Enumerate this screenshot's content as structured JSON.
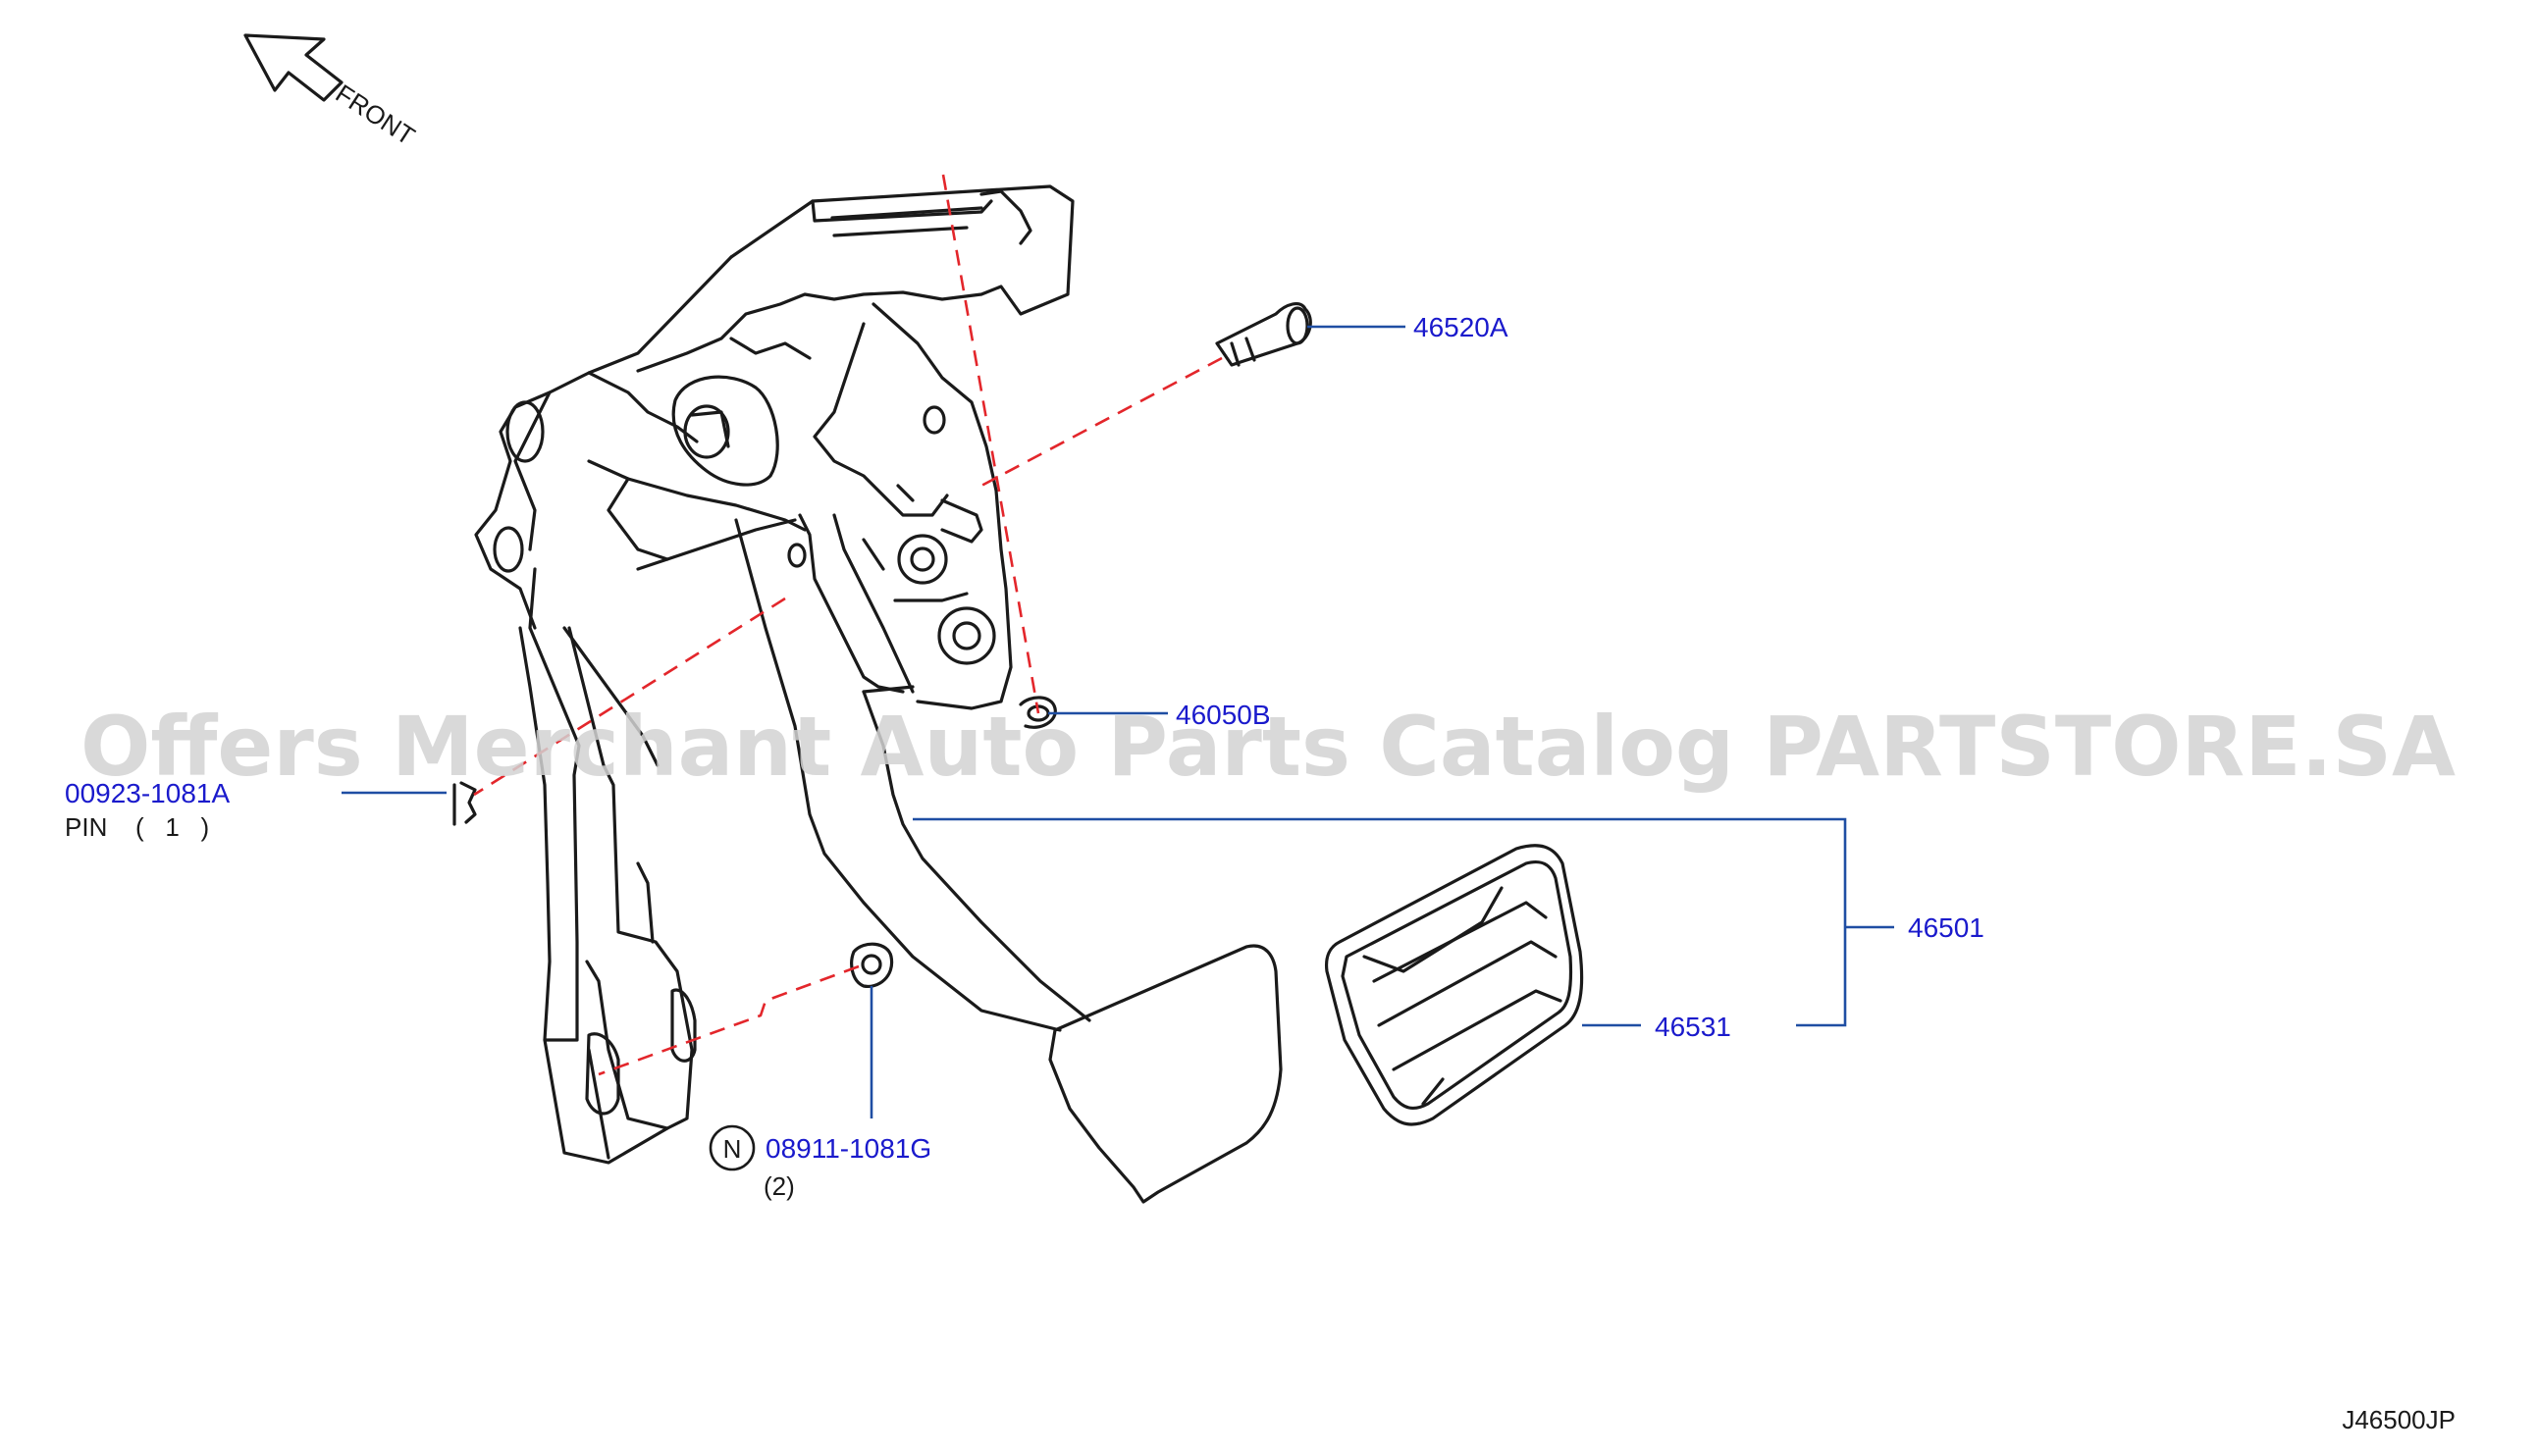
{
  "diagram_code": "J46500JP",
  "front_label": "FRONT",
  "watermark": "Offers Merchant Auto Parts Catalog PARTSTORE.SA",
  "colors": {
    "part_number": "#1a1acc",
    "leader_line": "#1f4ea3",
    "dashed_line": "#e3262b",
    "outline": "#1a1a1a",
    "watermark": "#d2d2d2"
  },
  "parts": [
    {
      "id": "p1",
      "number": "46520A"
    },
    {
      "id": "p2",
      "number": "46050B"
    },
    {
      "id": "p3",
      "number": "00923-1081A",
      "name": "PIN",
      "qty": "(   1   )"
    },
    {
      "id": "p4",
      "number": "46501"
    },
    {
      "id": "p5",
      "number": "46531"
    },
    {
      "id": "p6",
      "number": "08911-1081G",
      "symbol": "N",
      "qty": "(2)"
    }
  ]
}
